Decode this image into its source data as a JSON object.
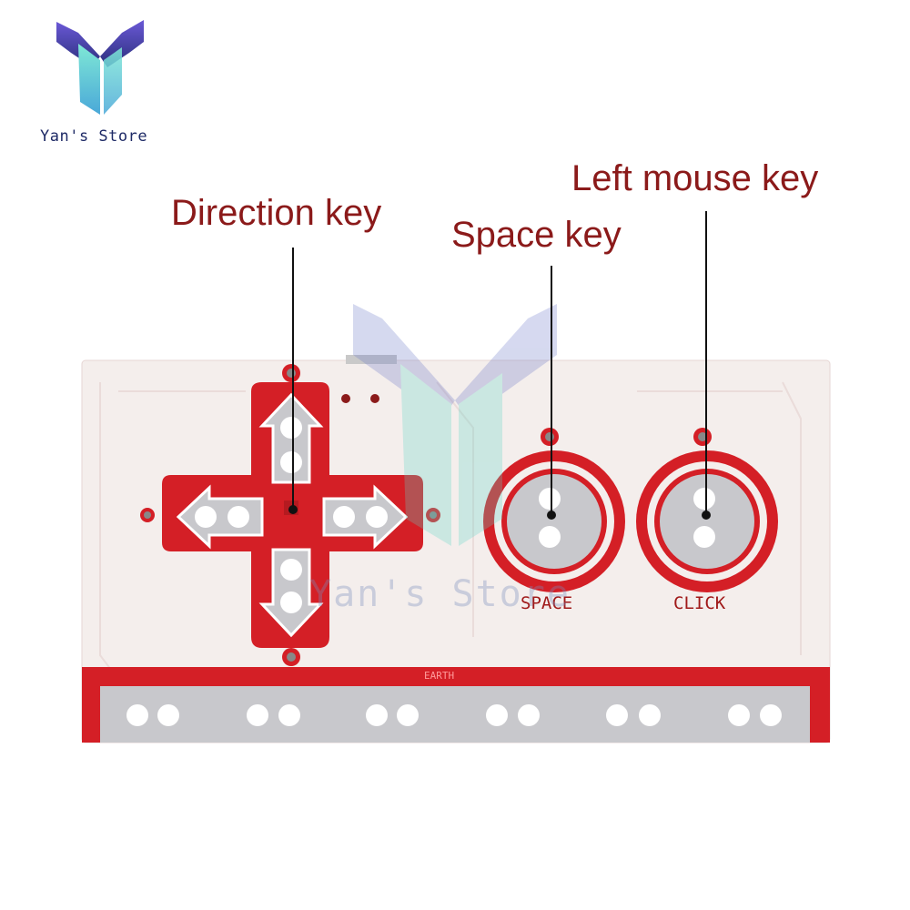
{
  "brand": {
    "logo_name": "yans-store-logo",
    "name": "Yan's Store",
    "colors": {
      "navy": "#2a2f7a",
      "teal": "#5fd6c8",
      "purple": "#6a58d6"
    }
  },
  "watermark": {
    "text": "Yan's Store"
  },
  "labels": {
    "direction": "Direction key",
    "space": "Space key",
    "left_mouse": "Left mouse key"
  },
  "board": {
    "pcb_color": "#d41f26",
    "pad_color": "#c8c8cc",
    "silkscreen": {
      "space": "SPACE",
      "click": "CLICK",
      "earth": "EARTH"
    },
    "earth_hole_pairs": 6
  }
}
